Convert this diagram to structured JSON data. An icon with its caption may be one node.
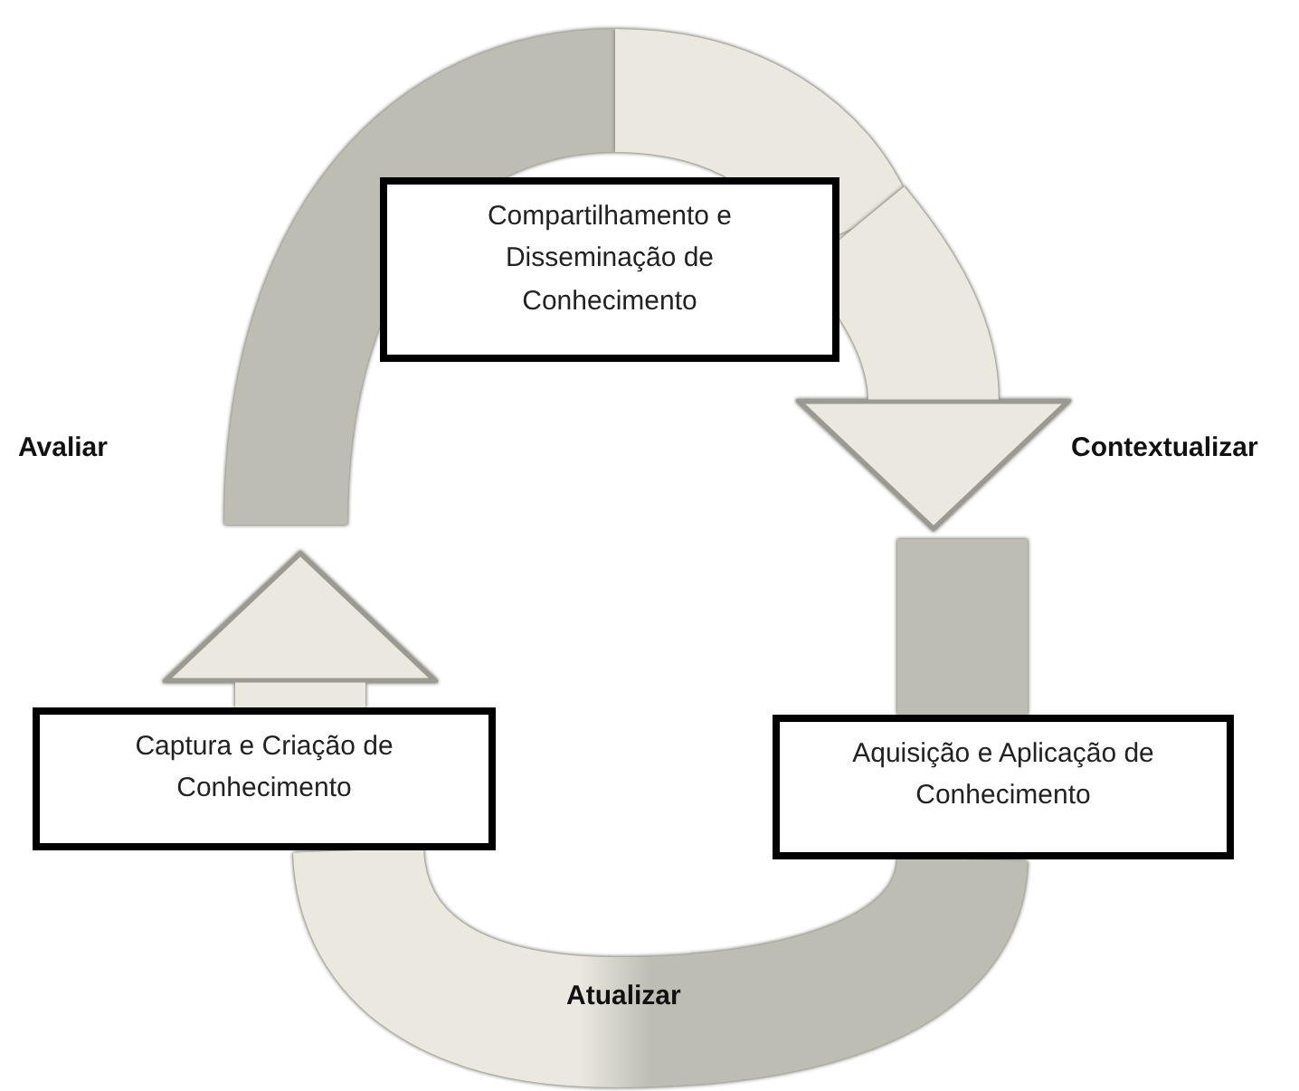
{
  "diagram": {
    "nodes": [
      {
        "text": [
          "Compartilhamento e Disseminação de Conhecimento"
        ]
      },
      {
        "text": [
          "Captura e Criação de Conhecimento"
        ]
      },
      {
        "text": [
          "Aquisição e Aplicação de Conhecimento"
        ]
      }
    ],
    "edges": [
      {
        "from": 1,
        "to": 0,
        "arrow": "to"
      },
      {
        "from": 0,
        "to": 2,
        "arrow": "to"
      },
      {
        "from": 2,
        "to": 1,
        "arrow": "none"
      }
    ],
    "labels": [
      "Avaliar",
      "Contextualizar",
      "Atualizar"
    ]
  }
}
